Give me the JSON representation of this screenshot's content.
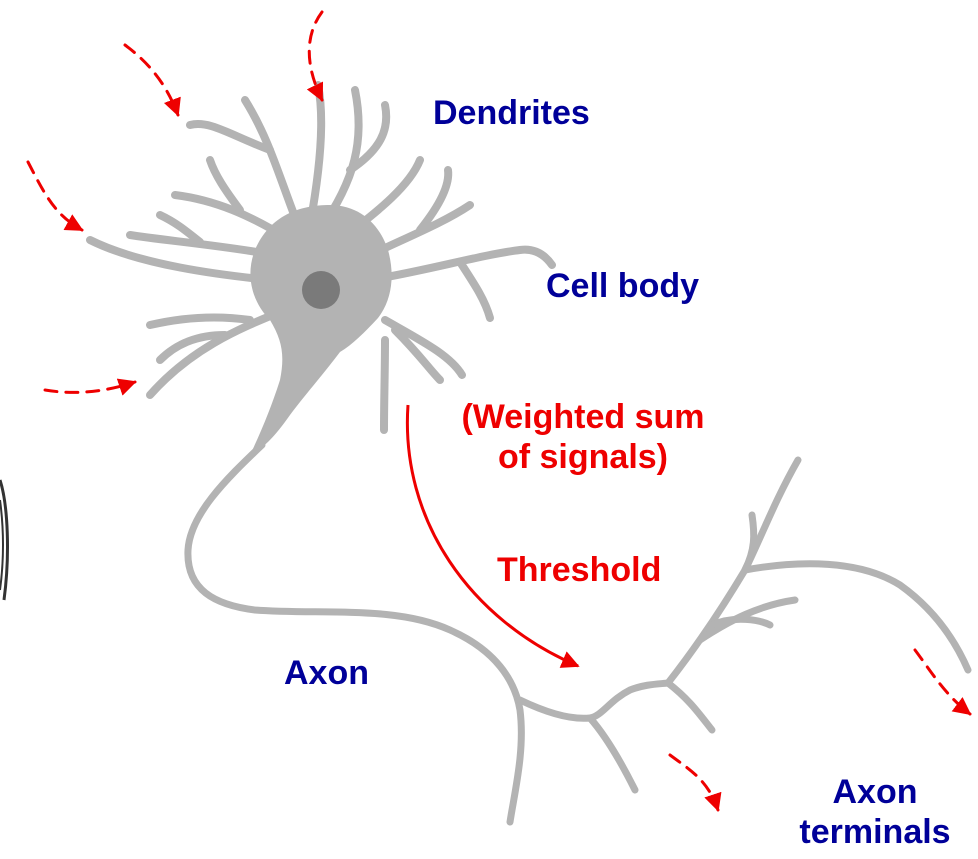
{
  "labels": {
    "dendrites": "Dendrites",
    "cell_body": "Cell body",
    "weighted_sum_line1": "(Weighted sum",
    "weighted_sum_line2": "of signals)",
    "threshold": "Threshold",
    "axon": "Axon",
    "axon_terminals_line1": "Axon",
    "axon_terminals_line2": "terminals"
  },
  "colors": {
    "label_blue": "#000099",
    "signal_red": "#ee0000",
    "neuron_gray": "#b3b3b3",
    "nucleus_gray": "#7a7a7a"
  }
}
